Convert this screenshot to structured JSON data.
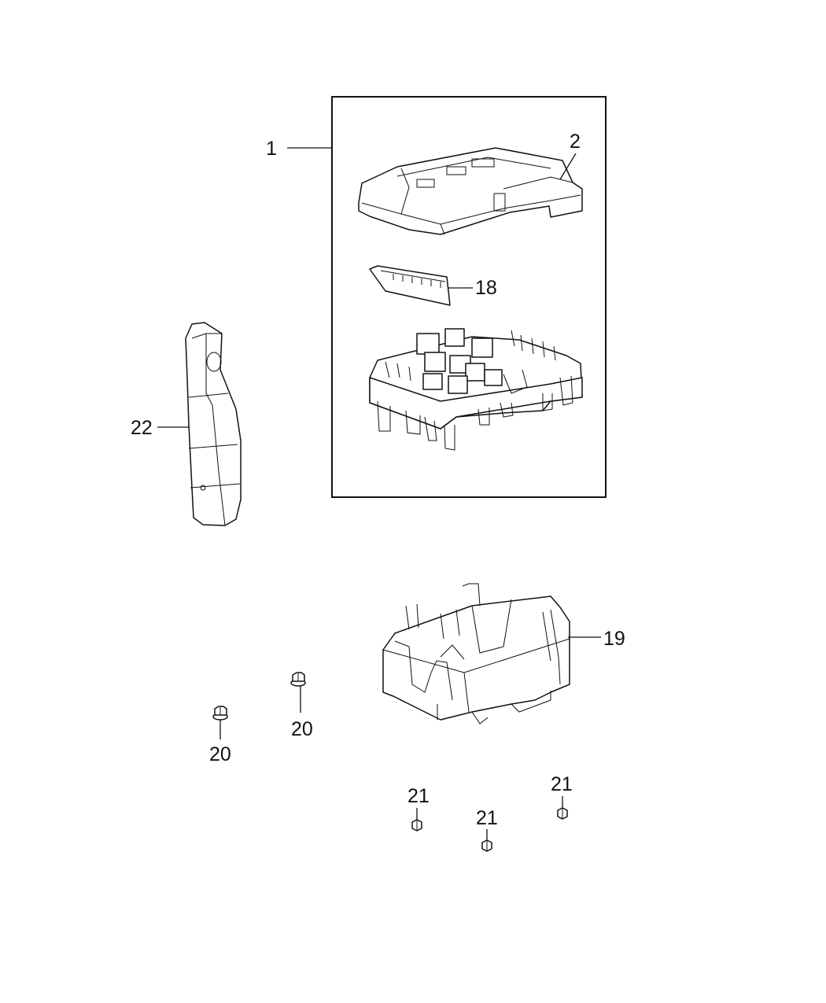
{
  "callouts": {
    "c1": "1",
    "c2": "2",
    "c18": "18",
    "c22": "22",
    "c19": "19",
    "c20a": "20",
    "c20b": "20",
    "c21a": "21",
    "c21b": "21",
    "c21c": "21"
  }
}
